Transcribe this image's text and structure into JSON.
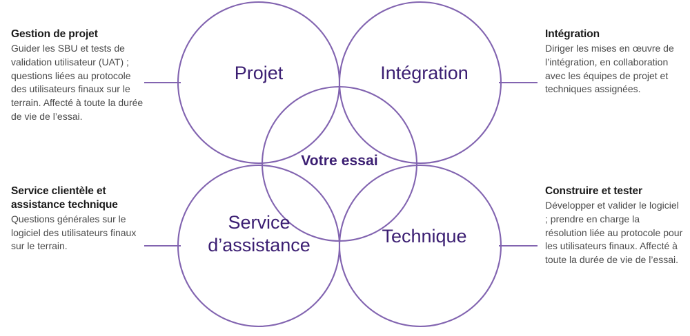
{
  "diagram": {
    "center_label": "Votre essai",
    "circle_stroke_color": "#8264b0",
    "label_color": "#3b1e72",
    "heading_color": "#1a1a1a",
    "body_color": "#4a4a4a",
    "circles": [
      {
        "name": "projet",
        "label": "Projet"
      },
      {
        "name": "integration",
        "label": "Intégration"
      },
      {
        "name": "service",
        "label": "Service\nd’assistance"
      },
      {
        "name": "technique",
        "label": "Technique"
      }
    ],
    "callouts": [
      {
        "name": "gestion-de-projet",
        "title": "Gestion de projet",
        "body": "Guider les SBU et tests de validation utilisateur (UAT) ; questions liées au protocole des utilisateurs finaux sur le terrain. Affecté à toute la durée de vie de l’essai."
      },
      {
        "name": "integration",
        "title": "Intégration",
        "body": "Diriger les mises en œuvre de l’intégration, en collaboration avec les équipes de projet et techniques assignées."
      },
      {
        "name": "service-clientele",
        "title": "Service clientèle et assistance technique",
        "body": "Questions générales sur le logiciel des utilisateurs finaux sur le terrain."
      },
      {
        "name": "construire-et-tester",
        "title": "Construire et tester",
        "body": "Développer et valider le logiciel ; prendre en charge la résolution liée au protocole pour les utilisateurs finaux. Affecté à toute la durée de vie de l’essai."
      }
    ]
  }
}
